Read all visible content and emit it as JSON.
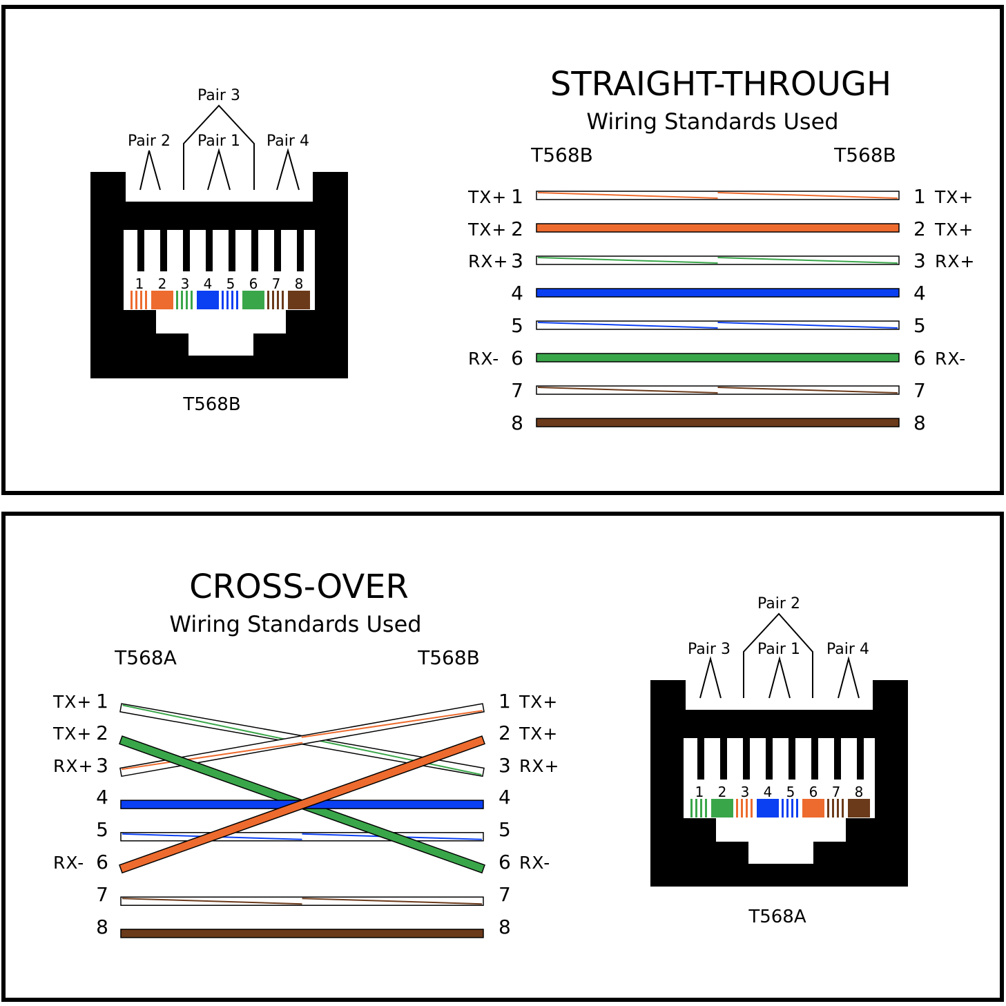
{
  "top_panel": {
    "title": "STRAIGHT-THROUGH",
    "subtitle": "Wiring Standards Used",
    "left_standard": "T568B",
    "right_standard": "T568B",
    "left_pins": [
      {
        "num": "1",
        "signal": "TX+"
      },
      {
        "num": "2",
        "signal": "TX+"
      },
      {
        "num": "3",
        "signal": "RX+"
      },
      {
        "num": "4",
        "signal": ""
      },
      {
        "num": "5",
        "signal": ""
      },
      {
        "num": "6",
        "signal": "RX-"
      },
      {
        "num": "7",
        "signal": ""
      },
      {
        "num": "8",
        "signal": ""
      }
    ],
    "right_pins": [
      {
        "num": "1",
        "signal": "TX+"
      },
      {
        "num": "2",
        "signal": "TX+"
      },
      {
        "num": "3",
        "signal": "RX+"
      },
      {
        "num": "4",
        "signal": ""
      },
      {
        "num": "5",
        "signal": ""
      },
      {
        "num": "6",
        "signal": "RX-"
      },
      {
        "num": "7",
        "signal": ""
      },
      {
        "num": "8",
        "signal": ""
      }
    ],
    "wires": [
      {
        "from": 1,
        "to": 1,
        "color": "#ed6b2e",
        "striped": true
      },
      {
        "from": 2,
        "to": 2,
        "color": "#ed6b2e",
        "striped": false
      },
      {
        "from": 3,
        "to": 3,
        "color": "#3aa64a",
        "striped": true
      },
      {
        "from": 4,
        "to": 4,
        "color": "#0b3ff2",
        "striped": false
      },
      {
        "from": 5,
        "to": 5,
        "color": "#0b3ff2",
        "striped": true
      },
      {
        "from": 6,
        "to": 6,
        "color": "#3aa64a",
        "striped": false
      },
      {
        "from": 7,
        "to": 7,
        "color": "#6b3a1a",
        "striped": true
      },
      {
        "from": 8,
        "to": 8,
        "color": "#6b3a1a",
        "striped": false
      }
    ],
    "jack": {
      "caption": "T568B",
      "pair_labels": [
        "Pair 2",
        "Pair 3",
        "Pair 1",
        "Pair 4"
      ],
      "pin_numbers": [
        "1",
        "2",
        "3",
        "4",
        "5",
        "6",
        "7",
        "8"
      ],
      "pin_colors": [
        {
          "color": "#ed6b2e",
          "striped": true
        },
        {
          "color": "#ed6b2e",
          "striped": false
        },
        {
          "color": "#3aa64a",
          "striped": true
        },
        {
          "color": "#0b3ff2",
          "striped": false
        },
        {
          "color": "#0b3ff2",
          "striped": true
        },
        {
          "color": "#3aa64a",
          "striped": false
        },
        {
          "color": "#6b3a1a",
          "striped": true
        },
        {
          "color": "#6b3a1a",
          "striped": false
        }
      ]
    }
  },
  "bottom_panel": {
    "title": "CROSS-OVER",
    "subtitle": "Wiring Standards Used",
    "left_standard": "T568A",
    "right_standard": "T568B",
    "left_pins": [
      {
        "num": "1",
        "signal": "TX+"
      },
      {
        "num": "2",
        "signal": "TX+"
      },
      {
        "num": "3",
        "signal": "RX+"
      },
      {
        "num": "4",
        "signal": ""
      },
      {
        "num": "5",
        "signal": ""
      },
      {
        "num": "6",
        "signal": "RX-"
      },
      {
        "num": "7",
        "signal": ""
      },
      {
        "num": "8",
        "signal": ""
      }
    ],
    "right_pins": [
      {
        "num": "1",
        "signal": "TX+"
      },
      {
        "num": "2",
        "signal": "TX+"
      },
      {
        "num": "3",
        "signal": "RX+"
      },
      {
        "num": "4",
        "signal": ""
      },
      {
        "num": "5",
        "signal": ""
      },
      {
        "num": "6",
        "signal": "RX-"
      },
      {
        "num": "7",
        "signal": ""
      },
      {
        "num": "8",
        "signal": ""
      }
    ],
    "wires": [
      {
        "from": 1,
        "to": 3,
        "color": "#3aa64a",
        "striped": true
      },
      {
        "from": 2,
        "to": 6,
        "color": "#3aa64a",
        "striped": false
      },
      {
        "from": 3,
        "to": 1,
        "color": "#ed6b2e",
        "striped": true
      },
      {
        "from": 4,
        "to": 4,
        "color": "#0b3ff2",
        "striped": false
      },
      {
        "from": 5,
        "to": 5,
        "color": "#0b3ff2",
        "striped": true
      },
      {
        "from": 6,
        "to": 2,
        "color": "#ed6b2e",
        "striped": false
      },
      {
        "from": 7,
        "to": 7,
        "color": "#6b3a1a",
        "striped": true
      },
      {
        "from": 8,
        "to": 8,
        "color": "#6b3a1a",
        "striped": false
      }
    ],
    "jack": {
      "caption": "T568A",
      "pair_labels": [
        "Pair 3",
        "Pair 2",
        "Pair 1",
        "Pair 4"
      ],
      "pin_numbers": [
        "1",
        "2",
        "3",
        "4",
        "5",
        "6",
        "7",
        "8"
      ],
      "pin_colors": [
        {
          "color": "#3aa64a",
          "striped": true
        },
        {
          "color": "#3aa64a",
          "striped": false
        },
        {
          "color": "#ed6b2e",
          "striped": true
        },
        {
          "color": "#0b3ff2",
          "striped": false
        },
        {
          "color": "#0b3ff2",
          "striped": true
        },
        {
          "color": "#ed6b2e",
          "striped": false
        },
        {
          "color": "#6b3a1a",
          "striped": true
        },
        {
          "color": "#6b3a1a",
          "striped": false
        }
      ]
    }
  }
}
